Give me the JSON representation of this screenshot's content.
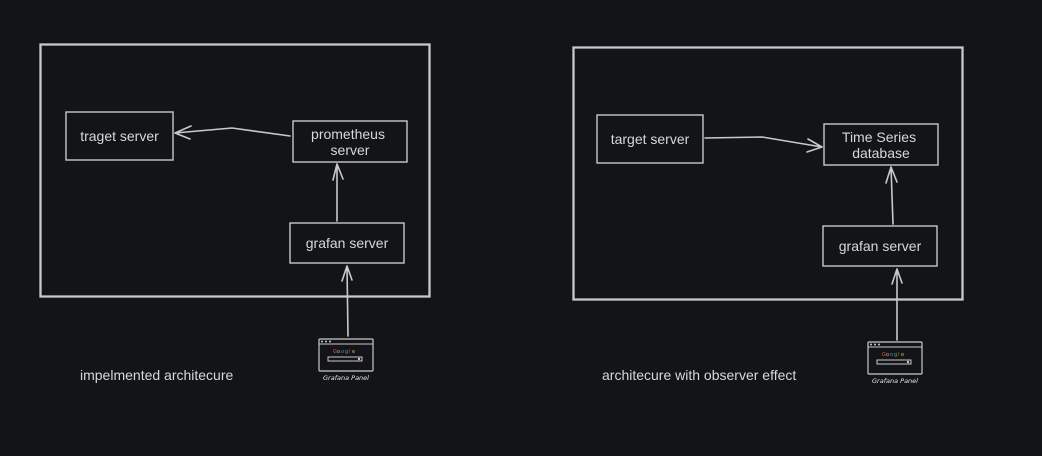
{
  "left": {
    "caption": "impelmented architecure",
    "target_label": "traget server",
    "prometheus_label_line1": "prometheus",
    "prometheus_label_line2": "server",
    "grafana_label": "grafan server",
    "panel_label": "Grafana Panel"
  },
  "right": {
    "caption": "architecure with observer effect",
    "target_label": "target server",
    "tsdb_label_line1": "Time Series",
    "tsdb_label_line2": "database",
    "grafana_label": "grafan server",
    "panel_label": "Grafana Panel"
  },
  "colors": {
    "background": "#121418",
    "stroke": "#c9c9c9",
    "text": "#d8d8d8"
  },
  "icons": [
    "browser-window-icon"
  ]
}
